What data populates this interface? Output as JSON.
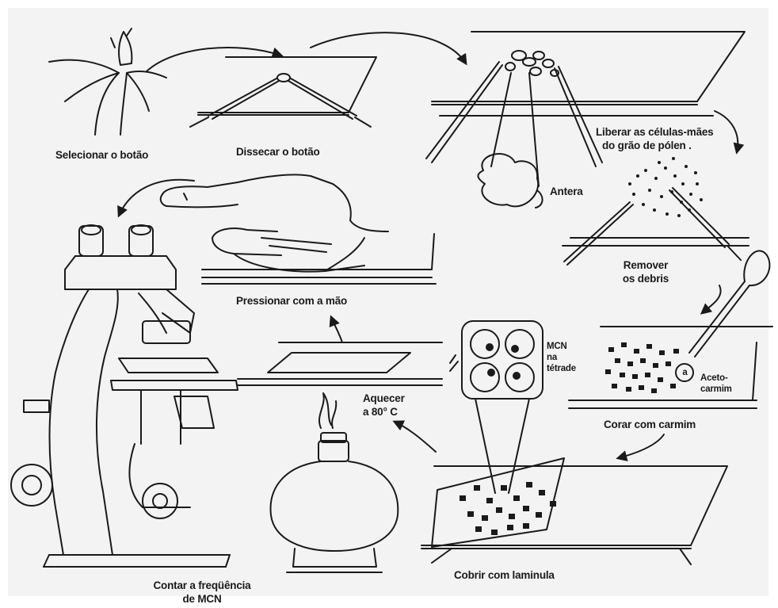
{
  "labels": {
    "selecionar": "Selecionar o botão",
    "dissecar": "Dissecar o botão",
    "liberar_line1": "Liberar as células-mães",
    "liberar_line2": "do grão de pólen .",
    "antera": "Antera",
    "remover_line1": "Remover",
    "remover_line2": "os debris",
    "pressionar": "Pressionar com a mão",
    "mcn_line1": "MCN",
    "mcn_line2": "na",
    "mcn_line3": "tétrade",
    "aceto_line1": "Aceto-",
    "aceto_line2": "carmim",
    "aceto_circle": "a",
    "aquecer_line1": "Aquecer",
    "aquecer_line2": "a 80° C",
    "corar": "Corar com carmim",
    "cobrir": "Cobrir com laminula",
    "contar_line1": "Contar a freqüência",
    "contar_line2": "de MCN"
  },
  "colors": {
    "background": "#ffffff",
    "panel": "#f3f3f3",
    "ink": "#1a1a1a"
  }
}
